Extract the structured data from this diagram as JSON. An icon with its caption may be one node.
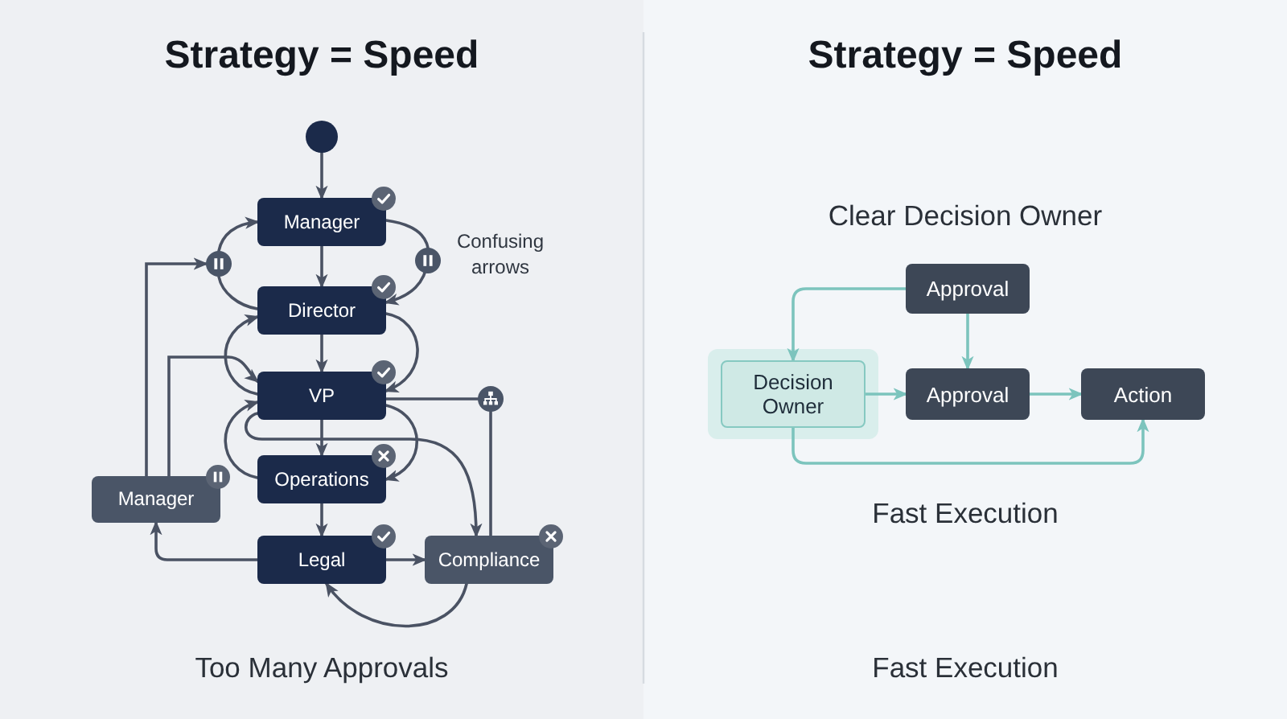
{
  "diagram": {
    "nodes": [
      {
        "text": [],
        "shape": "circle"
      },
      {
        "text": [
          "Manager"
        ]
      },
      {
        "text": [
          "Director"
        ]
      },
      {
        "text": [
          "VP"
        ]
      },
      {
        "text": [
          "Operations"
        ]
      },
      {
        "text": [
          "Legal"
        ]
      },
      {
        "text": [
          "Compliance"
        ]
      },
      {
        "text": [
          "Manager"
        ]
      },
      {
        "text": [],
        "shape": "circle"
      },
      {
        "text": [],
        "shape": "circle"
      },
      {
        "text": [
          "Approval"
        ]
      },
      {
        "text": [
          "Decision Owner"
        ]
      },
      {
        "text": [
          "Approval"
        ]
      },
      {
        "text": [
          "Action"
        ]
      }
    ],
    "edges": [
      {
        "from": 0,
        "to": 1,
        "arrow": "to"
      },
      {
        "from": 1,
        "to": 2,
        "arrow": "to"
      },
      {
        "from": 2,
        "to": 3,
        "arrow": "to"
      },
      {
        "from": 3,
        "to": 4,
        "arrow": "to"
      },
      {
        "from": 4,
        "to": 5,
        "arrow": "to"
      },
      {
        "from": 5,
        "to": 6,
        "arrow": "to"
      },
      {
        "from": 1,
        "to": 2,
        "arrow": "to"
      },
      {
        "from": 2,
        "to": 8,
        "arrow": "none"
      },
      {
        "from": 8,
        "to": 1,
        "arrow": "to"
      },
      {
        "from": 7,
        "to": 8,
        "arrow": "to"
      },
      {
        "from": 2,
        "to": 3,
        "arrow": "to"
      },
      {
        "from": 3,
        "to": 2,
        "arrow": "to"
      },
      {
        "from": 7,
        "to": 3,
        "arrow": "to"
      },
      {
        "from": 3,
        "to": 9,
        "arrow": "none"
      },
      {
        "from": 9,
        "to": 6,
        "arrow": "none"
      },
      {
        "from": 3,
        "to": 4,
        "arrow": "to"
      },
      {
        "from": 4,
        "to": 3,
        "arrow": "to"
      },
      {
        "from": 3,
        "to": 6,
        "arrow": "to"
      },
      {
        "from": 5,
        "to": 7,
        "arrow": "to"
      },
      {
        "from": 6,
        "to": 5,
        "arrow": "to"
      },
      {
        "from": 10,
        "to": 11,
        "arrow": "to",
        "color": "#7cc4bd"
      },
      {
        "from": 10,
        "to": 12,
        "arrow": "to",
        "color": "#7cc4bd"
      },
      {
        "from": 11,
        "to": 12,
        "arrow": "to",
        "color": "#7cc4bd"
      },
      {
        "from": 12,
        "to": 13,
        "arrow": "to",
        "color": "#7cc4bd"
      },
      {
        "from": 11,
        "to": 13,
        "arrow": "to",
        "color": "#7cc4bd"
      }
    ],
    "labels": [
      "Strategy = Speed",
      "Strategy = Speed",
      "Confusing arrows",
      "Clear Decision Owner",
      "Fast Execution",
      "Too Many Approvals",
      "Fast Execution"
    ]
  }
}
